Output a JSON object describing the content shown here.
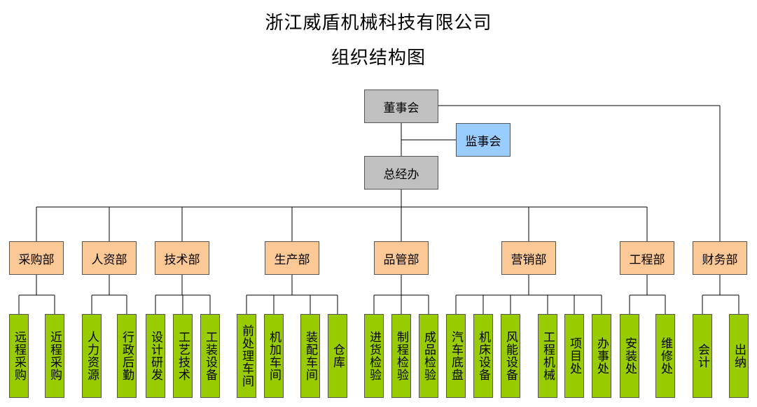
{
  "title_line1": "浙江威盾机械科技有限公司",
  "title_line2": "组织结构图",
  "top": {
    "board": "董事会",
    "supervisors": "监事会",
    "gm_office": "总经办"
  },
  "departments": [
    {
      "name": "采购部",
      "units": [
        "远程采购",
        "近程采购"
      ]
    },
    {
      "name": "人资部",
      "units": [
        "人力资源",
        "行政后勤"
      ]
    },
    {
      "name": "技术部",
      "units": [
        "设计研发",
        "工艺技术",
        "工装设备"
      ]
    },
    {
      "name": "生产部",
      "units": [
        "前处理车间",
        "机加车间",
        "装配车间",
        "仓库"
      ]
    },
    {
      "name": "品管部",
      "units": [
        "进货检验",
        "制程检验",
        "成品检验"
      ]
    },
    {
      "name": "营销部",
      "units": [
        "汽车底盘",
        "机床设备",
        "风能设备",
        "工程机械",
        "项目处",
        "办事处"
      ]
    },
    {
      "name": "工程部",
      "units": [
        "安装处",
        "维修处"
      ]
    },
    {
      "name": "财务部",
      "units": [
        "会计",
        "出纳"
      ]
    }
  ],
  "colors": {
    "top_box": "#c0c0c0",
    "supervisor_box": "#99ccff",
    "department_box": "#fcc896",
    "unit_box": "#99cc00",
    "connector": "#000000"
  }
}
